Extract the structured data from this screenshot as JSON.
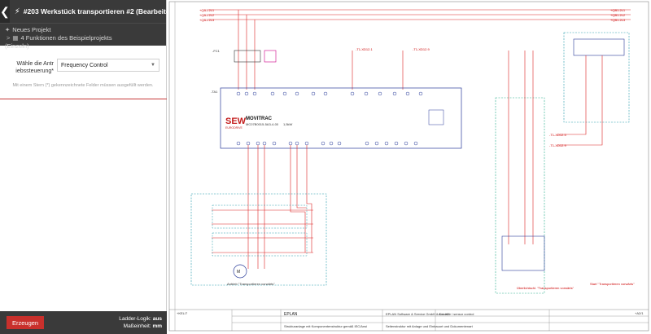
{
  "header": {
    "title": "#203 Werkstück transportieren #2 (Bearbeiten)"
  },
  "breadcrumbs": {
    "project": "Neues Projekt",
    "functions_line1": "4 Funktionen des Beispielprojekts",
    "functions_line2": "(Einzeln)"
  },
  "form": {
    "label_line1": "Wähle die Antr",
    "label_line2": "iebssteuerung*",
    "selected": "Frequency Control",
    "hint": "Mit einem Stern (*) gekennzeichnete Felder müssen ausgefüllt werden."
  },
  "footer": {
    "create_button": "Erzeugen",
    "ladder_label": "Ladder-Logik:",
    "ladder_value": "aus",
    "unit_label": "Maßeinheit:",
    "unit_value": "mm"
  },
  "schematic": {
    "bus_labels": [
      "+QB1.2L1",
      "+QB1.2L2",
      "+QB1.2L3"
    ],
    "bus_labels_right": [
      "+QB1.2L1",
      "+QB1.2L2",
      "+QB1.2L3"
    ],
    "device_brand": "SEW",
    "device_brand_sub": "EURODRIVE",
    "device_model": "MOVITRAC",
    "device_type": "MC07B0015-5A3-4-00",
    "device_power": "1,5kW",
    "ref_1": "-T1-XD12.1",
    "ref_2": "-T1-XD12.9",
    "ref_3": "-T1-XD12.5",
    "ref_4": "-T1-XD12.9",
    "caption_left": "Antrieb \"Transportieren vorwärts\"",
    "caption_mid": "Überlichtschl. \"Transportieren vorwärts\"",
    "caption_right": "Start \"Transportieren vorwärts\"",
    "title_eplan": "EPLAN",
    "title_company": "EPLAN Software & Service GmbH & Co. KG",
    "title_desc1": "Strukturanlage mit Komponentenstruktur gemäß IEC/Ansi",
    "title_desc2": "Seitenstruktur mit Anlage und Einbauort und Dokumentenart",
    "title_field": "Actuator / sensor control",
    "corner_left": "+KEL/7",
    "corner_right": "+A2/1"
  }
}
